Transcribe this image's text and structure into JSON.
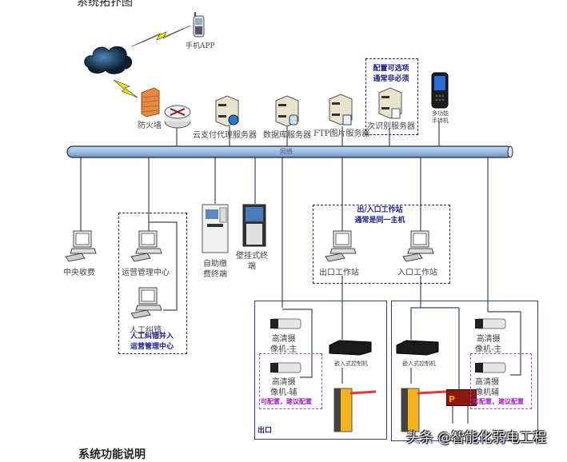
{
  "header_fragment": "系统拓扑图",
  "footer_fragment": "系统功能说明",
  "network_bus_label": "网络",
  "internet": {
    "mobile_app_label": "手机APP",
    "firewall_label": "防火墙"
  },
  "servers": [
    {
      "label": "云支付代理服务器",
      "badge": "globe"
    },
    {
      "label": "数据库服务器",
      "badge": "database"
    },
    {
      "label": "FTP图片服务器",
      "badge": "image"
    },
    {
      "label": "次识别服务器",
      "badge": "doc"
    }
  ],
  "optional_server_note": [
    "配置可选项",
    "通常非必须"
  ],
  "handheld_label": [
    "多功能",
    "手持机"
  ],
  "terminals": {
    "central_charge": "中央收费",
    "ops_center": "运营管理中心",
    "manual_correction": "人工纠错",
    "manual_note": [
      "人工纠错并入",
      "运营管理中心"
    ],
    "self_pay": [
      "自助缴",
      "费终端"
    ],
    "wall_terminal": [
      "壁挂式终",
      "端"
    ]
  },
  "workstations": {
    "note": [
      "出/入口工作站",
      "通常是同一主机"
    ],
    "exit_label": "出口工作站",
    "entry_label": "入口工作站"
  },
  "exit_lane": {
    "title": "出口",
    "camera_main": [
      "高清摄",
      "像机-主"
    ],
    "camera_aux": [
      "高清摄",
      "像机-辅"
    ],
    "controller": "嵌入式控制机",
    "optional_note": "可配置，建议配置"
  },
  "entry_lane": {
    "controller": "嵌入式控制机",
    "camera_main": [
      "高清摄",
      "像机-主"
    ],
    "camera_aux": [
      "高清摄",
      "像机辅"
    ],
    "optional_note": "可配置，建议配置",
    "sign_letter": "P"
  },
  "watermark": "头条 @智能化弱电工程"
}
